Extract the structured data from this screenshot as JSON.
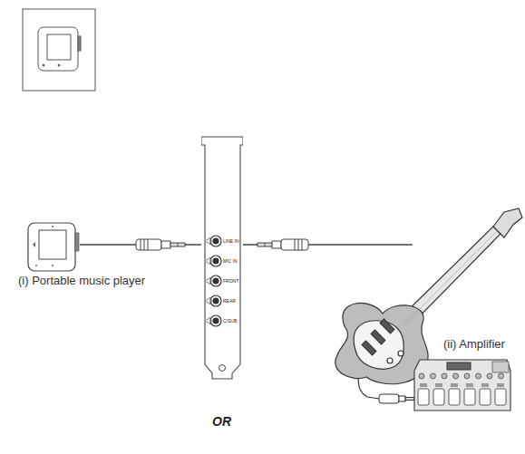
{
  "diagram": {
    "nodes": [
      {
        "text": [
          "(i) Portable music player"
        ]
      },
      {
        "text": [
          "LINE IN",
          "MIC IN",
          "FRONT",
          "REAR",
          "C/SUB"
        ]
      },
      {
        "text": [
          "(ii) Amplifier"
        ]
      }
    ],
    "edges": [
      {
        "from": 0,
        "to": 1,
        "arrow": "none"
      },
      {
        "from": 1,
        "to": 2,
        "arrow": "none"
      }
    ],
    "labels": [
      "OR"
    ]
  }
}
